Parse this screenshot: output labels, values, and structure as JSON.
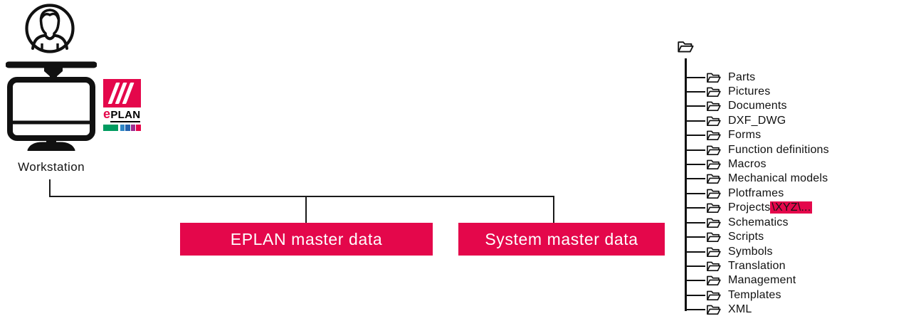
{
  "workstation": {
    "label": "Workstation"
  },
  "logo": {
    "e": "e",
    "plan": "PLAN"
  },
  "boxes": {
    "eplan": "EPLAN master data",
    "system": "System master data"
  },
  "tree": {
    "items": [
      {
        "label": "Parts"
      },
      {
        "label": "Pictures"
      },
      {
        "label": "Documents"
      },
      {
        "label": "DXF_DWG"
      },
      {
        "label": "Forms"
      },
      {
        "label": "Function definitions"
      },
      {
        "label": "Macros"
      },
      {
        "label": "Mechanical models"
      },
      {
        "label": "Plotframes"
      },
      {
        "label": "Projects",
        "highlight": "\\XYZ\\..."
      },
      {
        "label": "Schematics"
      },
      {
        "label": "Scripts"
      },
      {
        "label": "Symbols"
      },
      {
        "label": "Translation"
      },
      {
        "label": "Management"
      },
      {
        "label": "Templates"
      },
      {
        "label": "XML"
      }
    ]
  },
  "colors": {
    "accent_red": "#E4074B",
    "line_black": "#1A1A1A",
    "logo_green": "#009B60",
    "logo_blue_light": "#2E86C6",
    "logo_blue_dark": "#2362AE",
    "logo_purple": "#9D2B8F"
  }
}
